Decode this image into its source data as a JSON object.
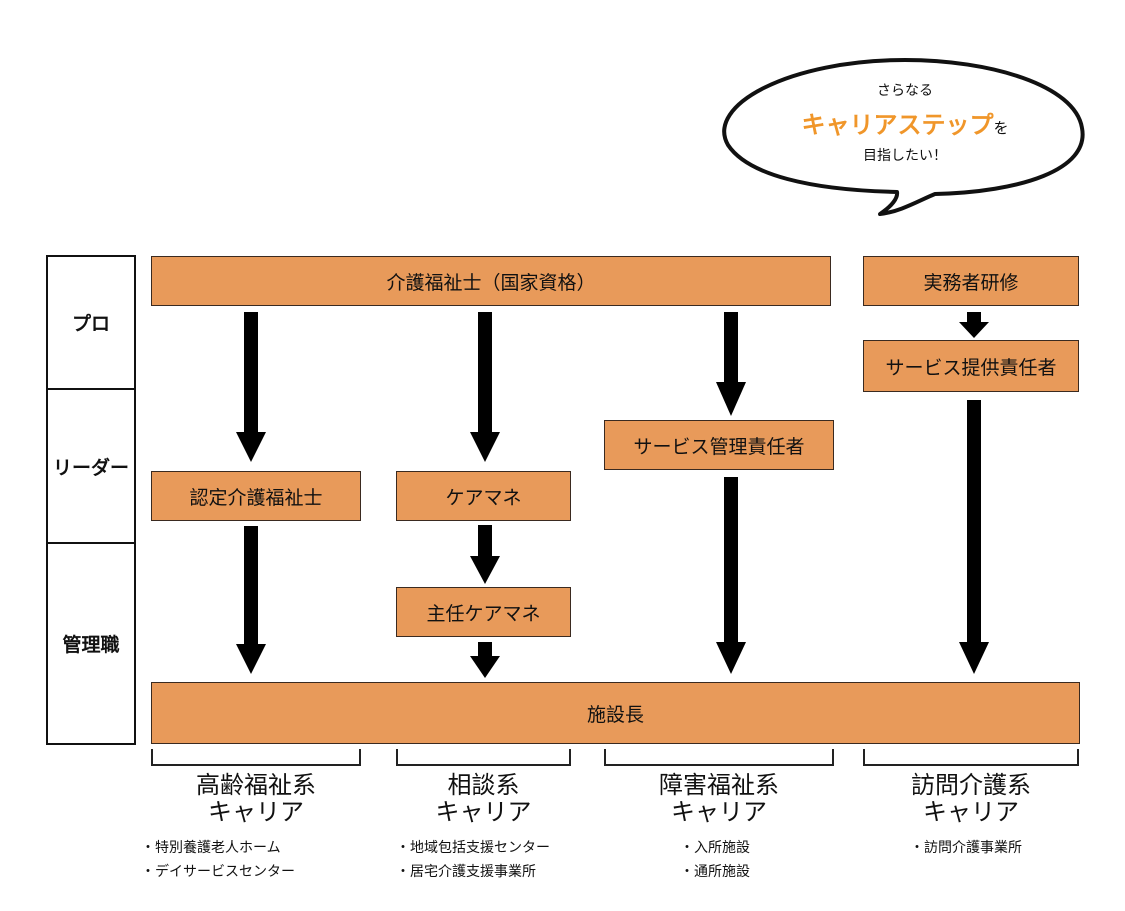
{
  "bubble": {
    "line1": "さらなる",
    "highlight": "キャリアステップ",
    "suffix": "を",
    "line3": "目指したい！",
    "highlight_color": "#f0962a"
  },
  "levels": [
    "プロ",
    "リーダー",
    "管理職"
  ],
  "boxes": {
    "kaigo_fukushishi": "介護福祉士（国家資格）",
    "jitsumusha_kenshu": "実務者研修",
    "service_teikyo": "サービス提供責任者",
    "service_kanri": "サービス管理責任者",
    "nintei_kaigo": "認定介護福祉士",
    "care_mane": "ケアマネ",
    "shunin_care_mane": "主任ケアマネ",
    "shisetsucho": "施設長",
    "box_color": "#e89a5a"
  },
  "careers": [
    {
      "name": "高齢福祉系",
      "suffix": "キャリア",
      "facilities": [
        "・特別養護老人ホーム",
        "・デイサービスセンター"
      ]
    },
    {
      "name": "相談系",
      "suffix": "キャリア",
      "facilities": [
        "・地域包括支援センター",
        "・居宅介護支援事業所"
      ]
    },
    {
      "name": "障害福祉系",
      "suffix": "キャリア",
      "facilities": [
        "・入所施設",
        "・通所施設"
      ]
    },
    {
      "name": "訪問介護系",
      "suffix": "キャリア",
      "facilities": [
        "・訪問介護事業所"
      ]
    }
  ]
}
